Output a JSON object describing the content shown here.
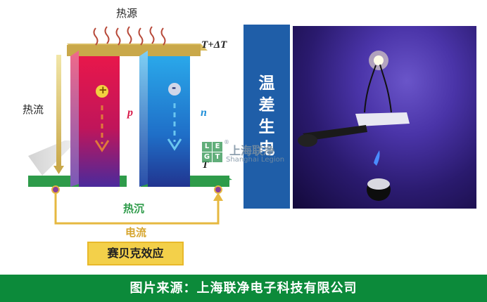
{
  "diagram": {
    "heat_source_label": "热源",
    "temperature_label": "T+ΔT",
    "heat_flow_label": "热流",
    "p_label": "p",
    "n_label": "n",
    "p_charge": "+",
    "n_charge": "-",
    "cold_temp_label": "T",
    "heat_sink_label": "热沉",
    "current_label": "电流",
    "effect_label": "赛贝克效应"
  },
  "banner": {
    "chars": [
      "温",
      "差",
      "生",
      "电"
    ]
  },
  "watermark": {
    "letters": [
      "L",
      "E",
      "G",
      "T"
    ],
    "registered": "®",
    "name": "上海联净",
    "latin": "Shanghai Legion"
  },
  "footer": {
    "caption": "图片来源：上海联净电子科技有限公司"
  },
  "colors": {
    "p_leg": "#e0164a",
    "n_leg": "#1f8fd8",
    "plate_top": "#c9a84a",
    "plate_bottom": "#2e9b4a",
    "circuit": "#e6b840",
    "banner": "#1f5ea8",
    "footer": "#0c8a3a"
  }
}
